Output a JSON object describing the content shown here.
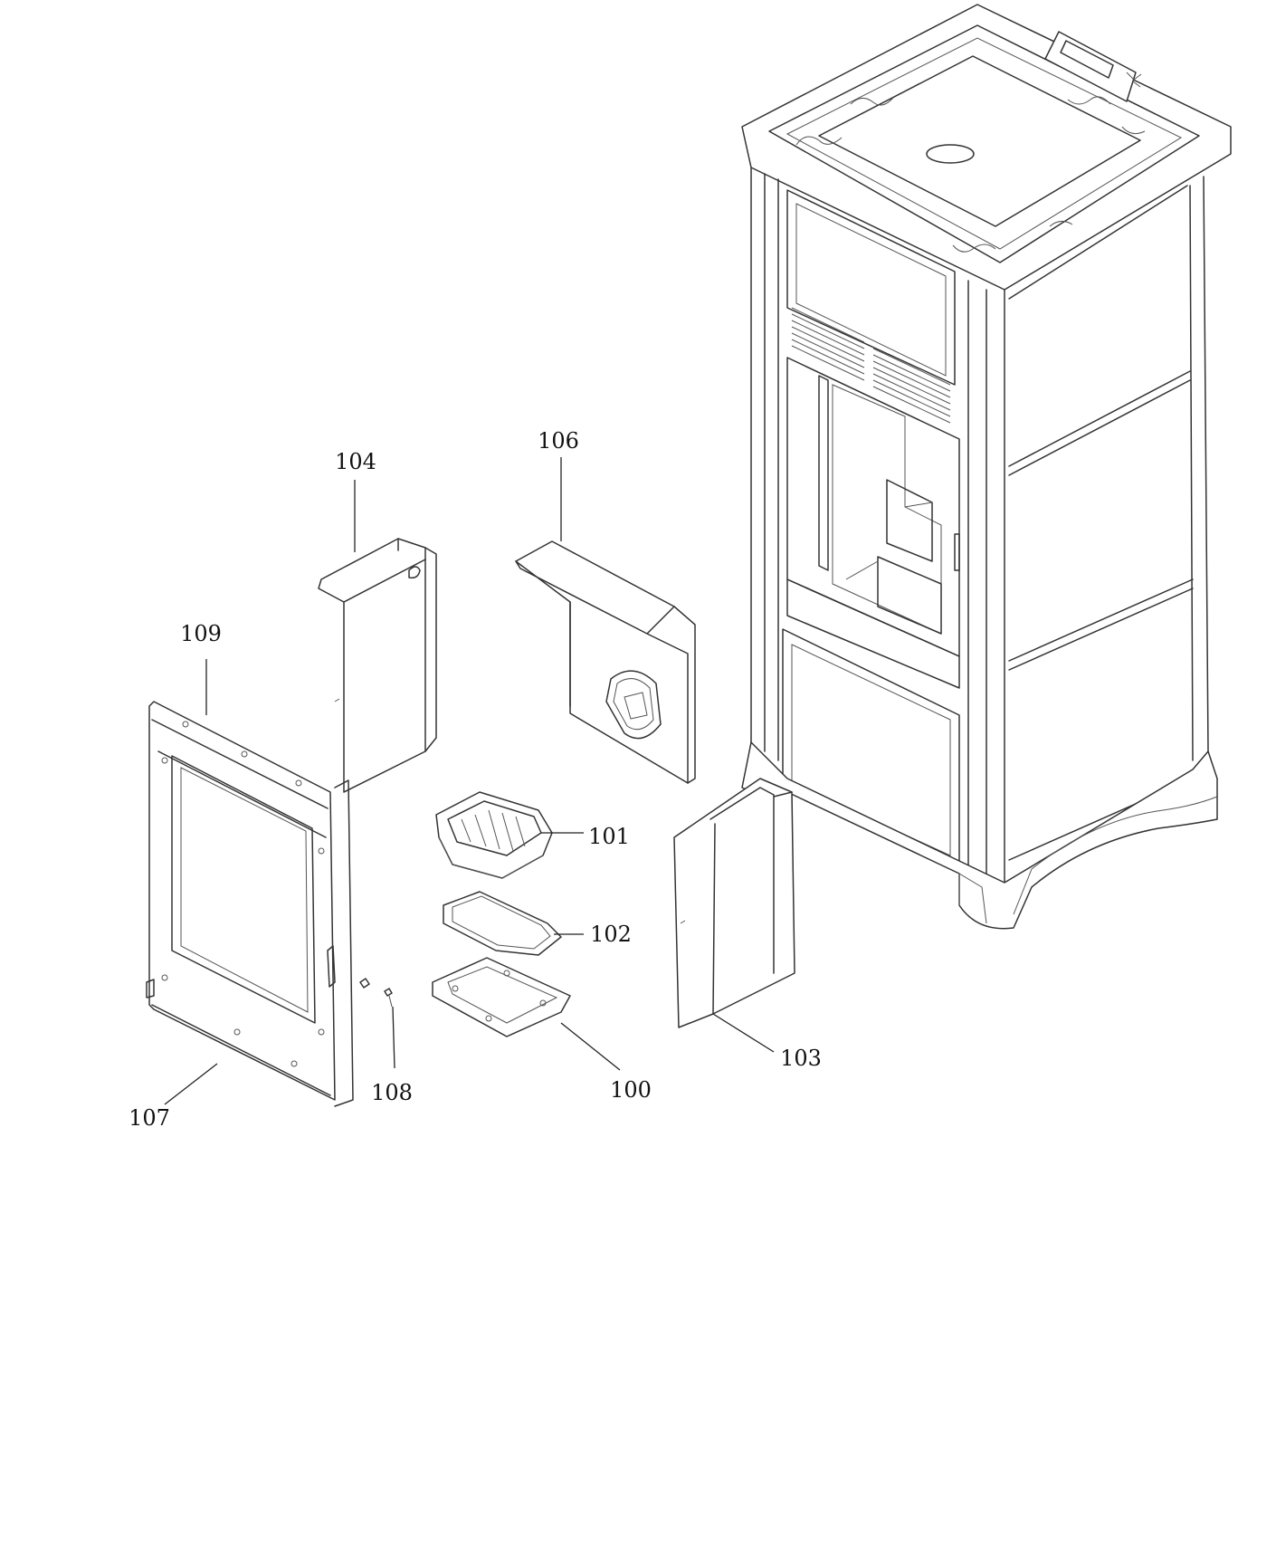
{
  "callouts": {
    "part_100": "100",
    "part_101": "101",
    "part_102": "102",
    "part_103": "103",
    "part_104": "104",
    "part_106": "106",
    "part_107": "107",
    "part_108": "108",
    "part_109": "109"
  },
  "colors": {
    "line": "#333333",
    "background": "#ffffff",
    "text": "#111111"
  }
}
